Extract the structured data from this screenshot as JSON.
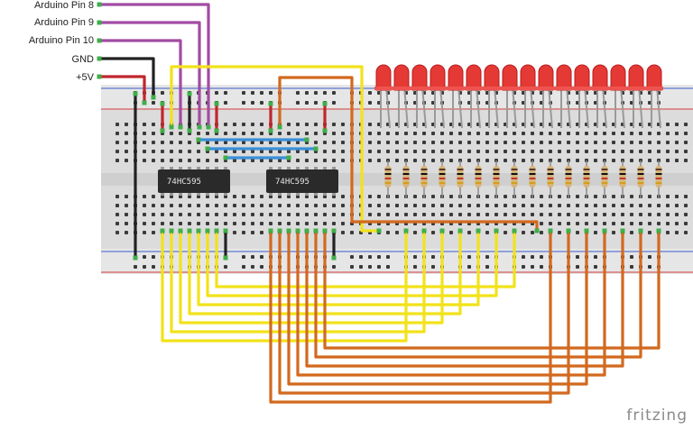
{
  "labels": {
    "pin8": "Arduino Pin 8",
    "pin9": "Arduino Pin 9",
    "pin10": "Arduino Pin 10",
    "gnd": "GND",
    "vcc": "+5V"
  },
  "chips": [
    "74HC595",
    "74HC595"
  ],
  "led_count": 16,
  "resistor_count": 16,
  "watermark": "fritzing",
  "colors": {
    "purple_wire": "#a24ba3",
    "black_wire": "#222222",
    "red_wire": "#c0262d",
    "yellow_wire": "#f2e21a",
    "orange_wire": "#d2691e",
    "blue_wire": "#3b8fd8",
    "green_wire": "#3fae49",
    "led": "#e53935",
    "breadboard": "#d9d9d9",
    "chip": "#2a2a2a"
  }
}
